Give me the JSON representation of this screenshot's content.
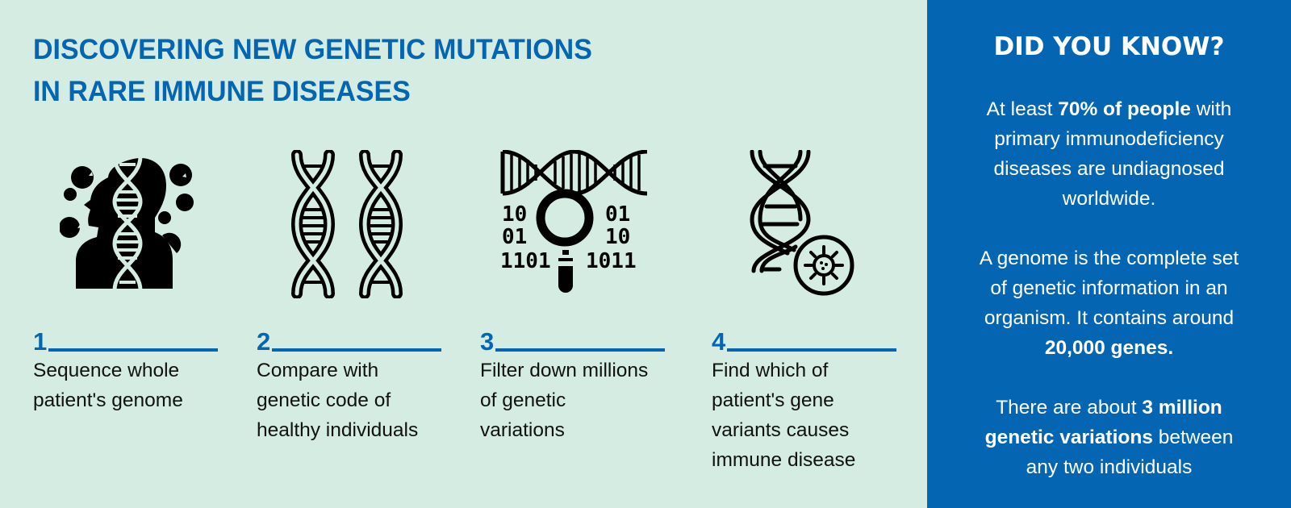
{
  "header": {
    "title_line1": "DISCOVERING NEW GENETIC MUTATIONS",
    "title_line2": "IN RARE IMMUNE DISEASES"
  },
  "colors": {
    "background": "#d5ece2",
    "accent": "#0466b3",
    "icon": "#000000",
    "panel_text": "#ffffff"
  },
  "steps": [
    {
      "number": "1",
      "icon": "person-dna-icon",
      "lines": [
        "Sequence whole",
        "patient's genome"
      ]
    },
    {
      "number": "2",
      "icon": "two-dna-strands-icon",
      "lines": [
        "Compare with",
        "genetic code of",
        "healthy individuals"
      ]
    },
    {
      "number": "3",
      "icon": "dna-magnifier-binary-icon",
      "lines": [
        "Filter down millions",
        "of genetic",
        "variations"
      ],
      "binary_left": [
        "10",
        "01",
        "1101"
      ],
      "binary_right": [
        "01",
        "10",
        "1011"
      ]
    },
    {
      "number": "4",
      "icon": "dna-virus-icon",
      "lines": [
        "Find which of",
        "patient's gene",
        "variants causes",
        "immune disease"
      ]
    }
  ],
  "sidebar": {
    "title": "DID YOU KNOW?",
    "fact1": {
      "pre": "At least ",
      "bold": "70% of people",
      "post": " with",
      "line2": "primary immunodeficiency",
      "line3": "diseases are undiagnosed",
      "line4": "worldwide."
    },
    "fact2": {
      "line1": "A genome is the complete set",
      "line2": "of genetic information in an",
      "line3": "organism. It contains around",
      "bold": "20,000 genes."
    },
    "fact3": {
      "pre": "There are about ",
      "bold1": "3 million",
      "bold2": "genetic variations",
      "post": " between",
      "line3": "any two individuals"
    }
  }
}
